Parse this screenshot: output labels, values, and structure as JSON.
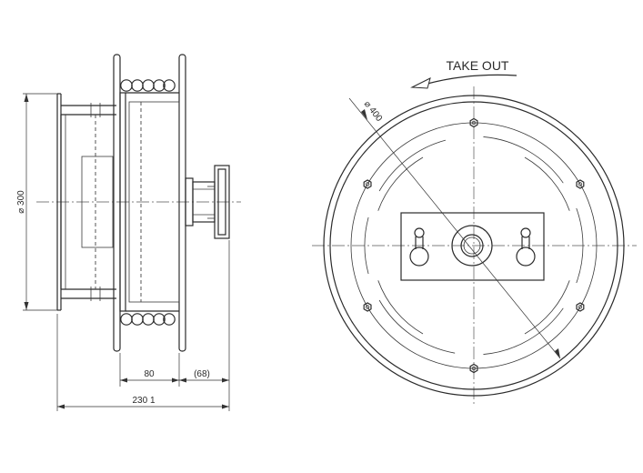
{
  "side_view": {
    "diameter_label": "⌀ 300",
    "dim_inner": "80",
    "dim_outer": "(68)",
    "dim_total": "230 1"
  },
  "front_view": {
    "direction_label": "TAKE OUT",
    "diameter_label": "⌀ 400"
  },
  "colors": {
    "line": "#2b2b2b",
    "background": "#ffffff"
  }
}
